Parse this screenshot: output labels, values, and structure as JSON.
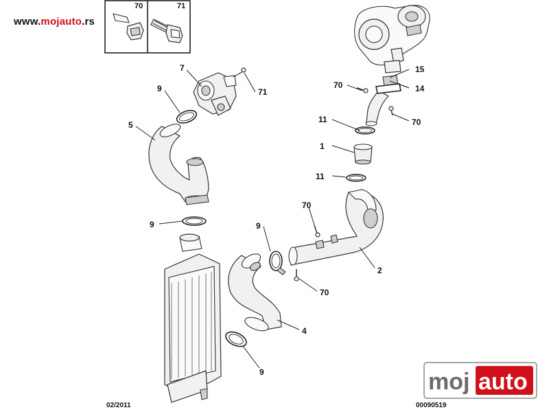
{
  "watermark": {
    "url_prefix": "www.",
    "url_brand": "mojauto",
    "url_suffix": ".rs",
    "logo_left": "moj",
    "logo_right": "auto",
    "colors": {
      "accent": "#d0101b",
      "logo_dark": "#6b6b6b"
    }
  },
  "inset": {
    "left_part_number": "70",
    "right_part_number": "71"
  },
  "callouts": {
    "turbo_side": [
      "15",
      "14",
      "70",
      "70",
      "11",
      "1",
      "11",
      "70",
      "2",
      "70"
    ],
    "left_side": [
      "7",
      "71",
      "9",
      "5",
      "9",
      "9",
      "4",
      "9"
    ]
  },
  "footer": {
    "date": "02/2011",
    "reference": "00090519"
  }
}
